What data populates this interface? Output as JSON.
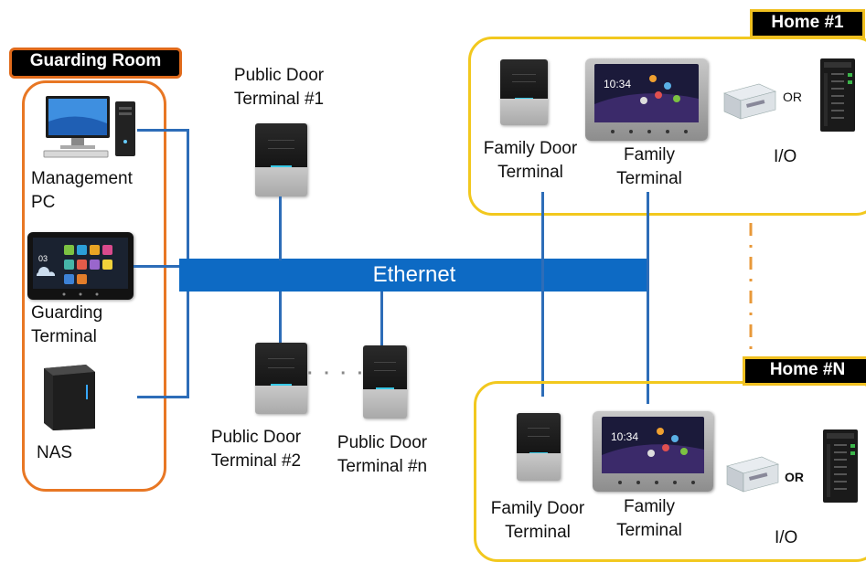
{
  "guarding_room": {
    "title": "Guarding Room",
    "management_pc": "Management PC",
    "guarding_terminal": "Guarding Terminal",
    "nas": "NAS"
  },
  "public": {
    "door1": "Public Door Terminal #1",
    "door2": "Public Door Terminal #2",
    "doorn": "Public Door Terminal #n",
    "separator": "· · · · ·"
  },
  "ethernet": "Ethernet",
  "home1": {
    "title": "Home #1",
    "family_door": "Family Door Terminal",
    "family_terminal": "Family Terminal",
    "io": "I/O",
    "or": "OR",
    "clock": "10:34"
  },
  "homeN": {
    "title": "Home  #N",
    "family_door": "Family Door Terminal",
    "family_terminal": "Family Terminal",
    "io": "I/O",
    "or": "OR",
    "clock": "10:34"
  },
  "guarding_screen_clock": "03",
  "colors": {
    "ethernet": "#0d6ac4",
    "link": "#2d6db8",
    "guarding_border": "#e87724",
    "home_border": "#f2c81e"
  }
}
